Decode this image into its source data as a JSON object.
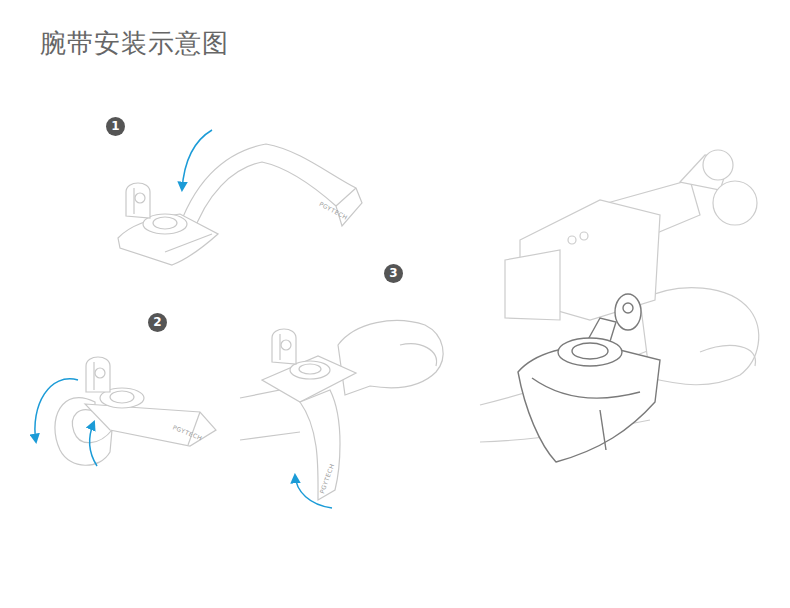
{
  "diagram": {
    "title": "腕带安装示意图",
    "labels": [
      "1",
      "2",
      "3",
      "PGYTECH",
      "PGYTECH",
      "PGYTECH"
    ]
  }
}
